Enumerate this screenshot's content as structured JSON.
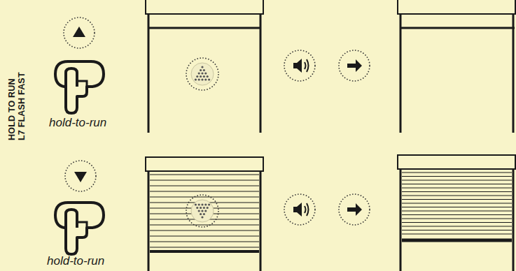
{
  "diagram": {
    "labels": [
      "HOLD TO RUN",
      "L7 FLASH FAST",
      "hold-to-run",
      "hold-to-run"
    ]
  }
}
